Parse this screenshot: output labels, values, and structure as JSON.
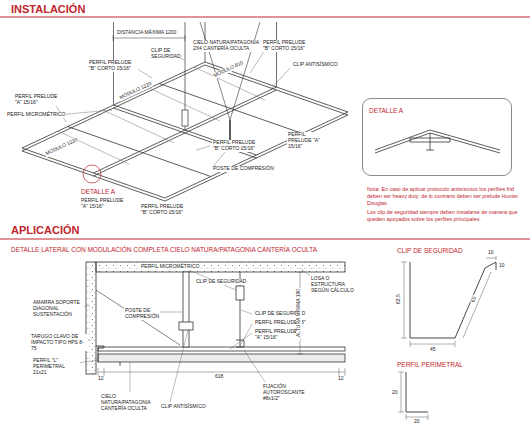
{
  "diagram": {
    "title": "INSTALACIÓN",
    "nodes": [
      {
        "text": [
          "DETALLE A"
        ]
      }
    ],
    "labels": [
      "DISTANCIA MÁXIMA 1200",
      "PERFIL PRELUDE \"B\" CORTO 15/16\"",
      "CIELO NATURA/PATAGONIA 2X4 CANTERÍA OCULTA",
      "CLIP DE SEGURIDAD",
      "PERFIL PRELUDE \"B\" CORTO 15/16\"",
      "MÓDULO 1220",
      "MÓDULO 610",
      "CLIP ANTISÍSMICO",
      "PERFIL PRELUDE \"A\" 15/16\"",
      "PERFIL MICROMÉTRICO",
      "MÓDULO 1220",
      "PERFIL PRELUDE \"A\" 15/16\"",
      "PERFIL PRELUDE \"B\" CORTO 15/16\"",
      "POSTE DE COMPRESIÓN",
      "DETALLE A",
      "PERFIL PRELUDE \"A\" 15/16\"",
      "PERFIL PRELUDE \"B\" CORTO 15/16\"",
      "Nota: En caso de aplicar protocolo antisísmico los perfiles frid deben ser heavy duty, de lo contrario deben ser prelude Hunter Douglas.",
      "Los clip de seguridad siempre deben instalarse de manera que queden apoyados sobre los perfiles principales.",
      "APLICACIÓN",
      "DETALLE LATERAL CON MODULACIÓN COMPLETA CIELO NATURA/PATAGONIA CANTERÍA OCULTA",
      "CLIP DE SEGURIDAD",
      "PERFIL MICROMÉTRICO",
      "CLIP DE SEGURIDAD",
      "LOSA O ESTRUCTURA SEGÚN CÁLCULO",
      "AMARRA SOPORTE DIAGONAL SUSTENTACIÓN",
      "POSTE DE COMPRESIÓN",
      "CLIP DE SEGURIDAD",
      "PERFIL PRELUDE \"B\"",
      "PERFIL PRELUDE \"A\" 15/16\"",
      "ALTURA MÍNIMA 190",
      "TARUGO CLAVO DE IMPACTO TIPO HPS 8-75",
      "PERFIL \"L\" PERIMETRAL 21x21",
      "12",
      "618",
      "FIJACIÓN AUTOROSCANTE #8x1/2\"",
      "12",
      "CIELO NATURA/PATAGONIA CANTERÍA OCULTA",
      "CLIP ANTISÍSMICO",
      "10",
      "10",
      "65",
      "63.5",
      "45",
      "PERFIL PERIMETRAL",
      "20",
      "20"
    ]
  }
}
